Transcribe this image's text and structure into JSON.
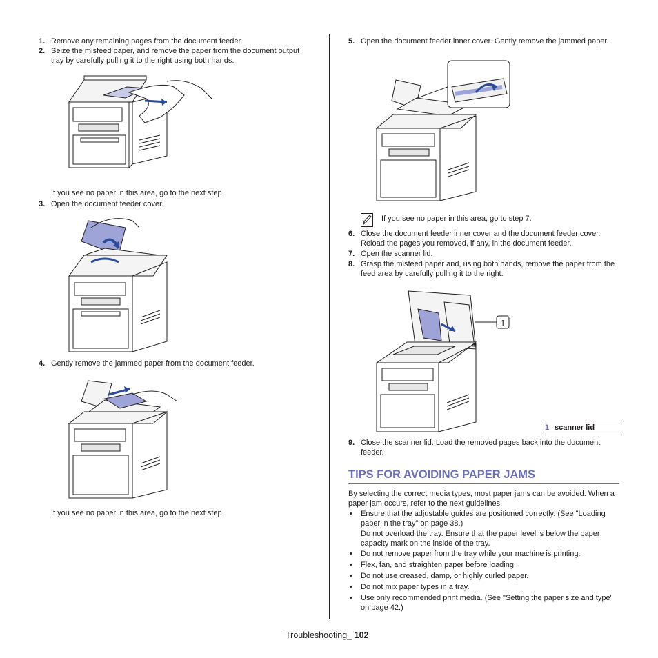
{
  "left_column": {
    "step1": {
      "num": "1.",
      "text": "Remove any remaining pages from the document feeder."
    },
    "step2": {
      "num": "2.",
      "text": "Seize the misfeed paper, and remove the paper from the document output tray by carefully pulling it to the right using both hands."
    },
    "note_after_2": "If you see no paper in this area, go to the next step",
    "step3": {
      "num": "3.",
      "text": "Open the document feeder cover."
    },
    "step4": {
      "num": "4.",
      "text": "Gently remove the jammed paper from the document feeder."
    },
    "note_after_4": "If you see no paper in this area, go to the next step"
  },
  "right_column": {
    "step5": {
      "num": "5.",
      "text": "Open the document feeder inner cover. Gently remove the jammed paper."
    },
    "note_after_5": "If you see no paper in this area, go to step 7.",
    "step6": {
      "num": "6.",
      "text": "Close the document feeder inner cover and the document feeder cover. Reload the pages you removed, if any, in the document feeder."
    },
    "step7": {
      "num": "7.",
      "text": "Open the scanner lid."
    },
    "step8": {
      "num": "8.",
      "text": "Grasp the misfeed paper and, using both hands, remove the paper from the feed area by carefully pulling it to the right."
    },
    "callout_label": "1",
    "caption": {
      "num": "1",
      "text": "scanner lid"
    },
    "step9": {
      "num": "9.",
      "text": "Close the scanner lid. Load the removed pages back into the document feeder."
    }
  },
  "tips": {
    "heading": "TIPS FOR AVOIDING PAPER JAMS",
    "intro": "By selecting the correct media types, most paper jams can be avoided. When a paper jam occurs, refer to the next guidelines.",
    "bullet_symbol": "•",
    "bullets": [
      "Ensure that the adjustable guides are positioned correctly. (See \"Loading paper in the tray\" on page 38.)",
      "Do not overload the tray. Ensure that the paper level is below the paper capacity mark on the inside of the tray.",
      "Do not remove paper from the tray while your machine is printing.",
      "Flex, fan, and straighten paper before loading.",
      "Do not use creased, damp, or highly curled paper.",
      "Do not mix paper types in a tray.",
      "Use only recommended print media. (See \"Setting the paper size and type\" on page 42.)"
    ]
  },
  "footer": {
    "section": "Troubleshooting_",
    "page": "102"
  },
  "colors": {
    "accent": "#6b6fb8",
    "text": "#231f20",
    "paper": "#9ea3d8",
    "arrow": "#2b4c9a"
  }
}
